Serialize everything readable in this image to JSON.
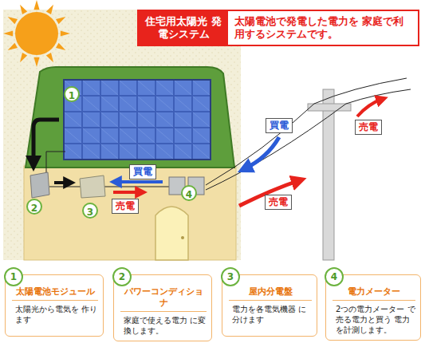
{
  "diagram": {
    "nodes": [
      {
        "text": [
          "住宅用太陽光 発電システム",
          "太陽電池で発電した電力を 家庭で利用するシステムです。"
        ]
      },
      {
        "text": [
          "1",
          "太陽電池モジュール",
          "太陽光から電気を 作ります"
        ]
      },
      {
        "text": [
          "2",
          "パワーコンディショナ",
          "家庭で使える電力 に変換します。"
        ]
      },
      {
        "text": [
          "3",
          "屋内分電盤",
          "電力を各電気機器 に分けます"
        ]
      },
      {
        "text": [
          "4",
          "電力メーター",
          "2つの電力メーター で売る電力と買う 電力を計測します。"
        ]
      }
    ],
    "labels": [
      "1",
      "2",
      "3",
      "4",
      "買電",
      "売電",
      "買電",
      "売電",
      "売電"
    ]
  }
}
